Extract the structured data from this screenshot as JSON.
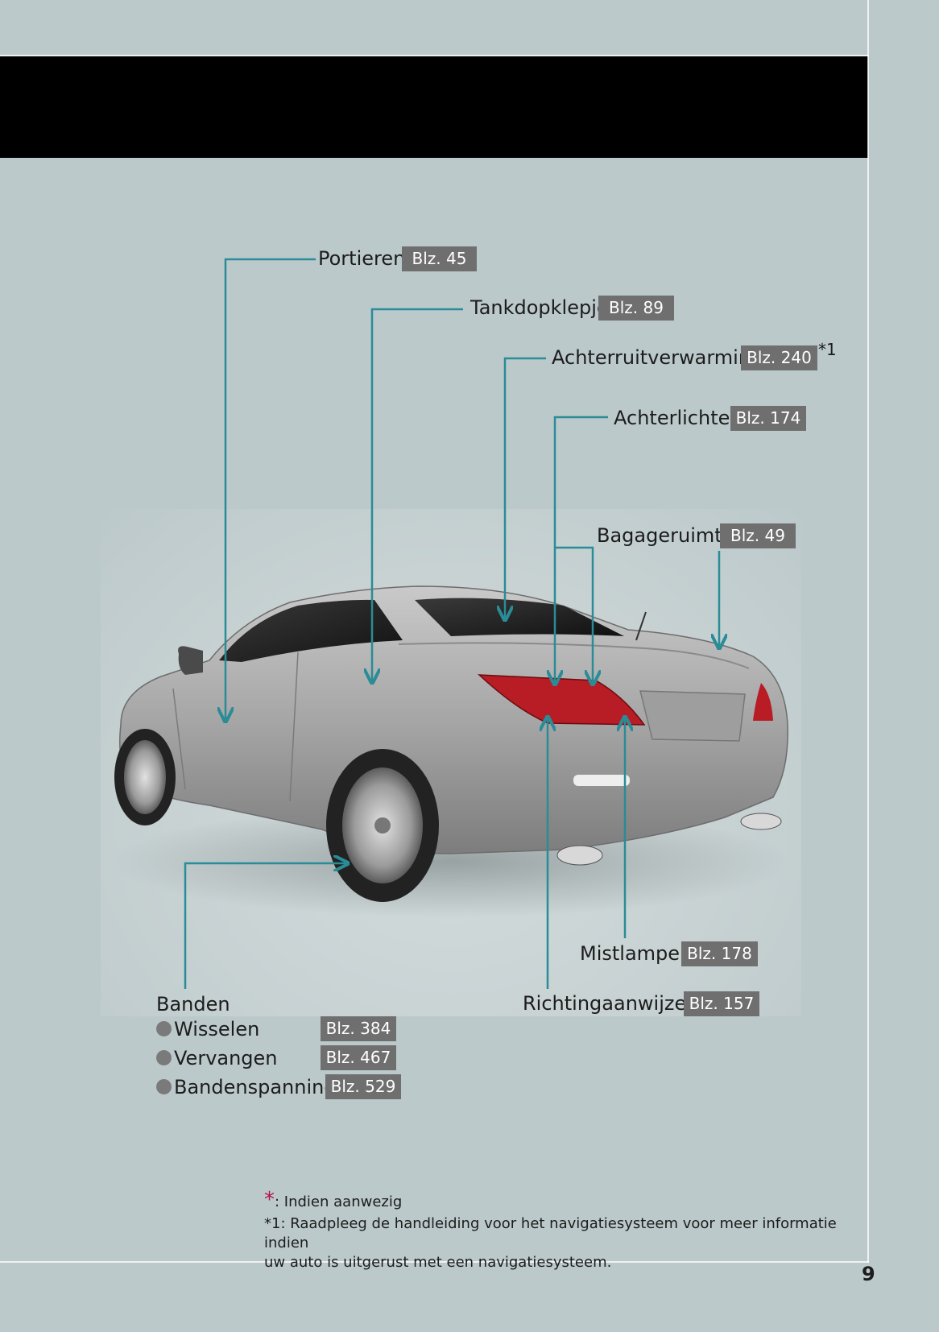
{
  "callouts": {
    "portieren": {
      "label": "Portieren",
      "page_ref": "Blz. 45"
    },
    "tankdopklepje": {
      "label": "Tankdopklepje",
      "page_ref": "Blz. 89"
    },
    "achterruitverwarming": {
      "label": "Achterruitverwarming",
      "page_ref": "Blz. 240",
      "mark": "*1"
    },
    "achterlichten": {
      "label": "Achterlichten",
      "page_ref": "Blz. 174"
    },
    "bagageruimte": {
      "label": "Bagageruimte",
      "page_ref": "Blz. 49"
    },
    "mistlampen": {
      "label": "Mistlampen",
      "page_ref": "Blz. 178"
    },
    "richtingaanwijzers": {
      "label": "Richtingaanwijzers",
      "page_ref": "Blz. 157"
    }
  },
  "banden": {
    "title": "Banden",
    "items": [
      {
        "label": "Wisselen",
        "page_ref": "Blz. 384"
      },
      {
        "label": "Vervangen",
        "page_ref": "Blz. 467"
      },
      {
        "label": "Bandenspanning",
        "page_ref": "Blz. 529"
      }
    ]
  },
  "footnotes": {
    "star_symbol": "*",
    "star_text": ": Indien aanwezig",
    "note1_symbol": "*1",
    "note1_text": ": Raadpleeg de handleiding voor het navigatiesysteem voor meer informatie indien",
    "note1_text_cont": "uw auto is uitgerust met een navigatiesysteem."
  },
  "page_number": "9",
  "colors": {
    "leader_line": "#2a8c96",
    "page_ref_bg": "#6f6f6f",
    "background": "#bcc9cb",
    "asterisk": "#b0134a"
  }
}
